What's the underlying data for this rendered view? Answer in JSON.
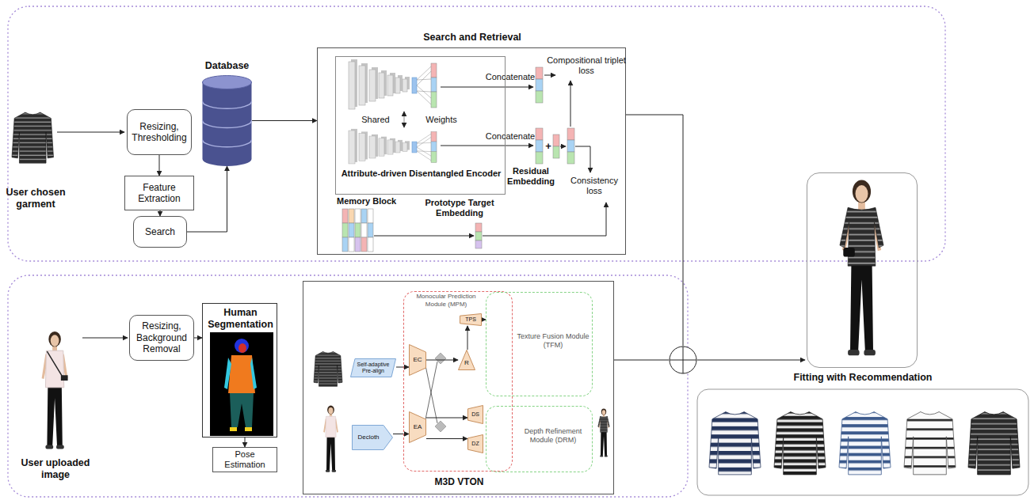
{
  "diagram": {
    "nodes": [
      {
        "text": [
          "Resizing, Thresholding"
        ]
      },
      {
        "text": [
          "Feature Extraction"
        ]
      },
      {
        "text": [
          "Search"
        ]
      },
      {
        "text": [
          "Database"
        ]
      },
      {
        "text": [
          "Search and Retrieval"
        ]
      },
      {
        "text": [
          "Shared",
          "Weights",
          "Attribute-driven Disentangled Encoder"
        ],
        "in": 4
      },
      {
        "text": [
          "Resizing, Background Removal"
        ]
      },
      {
        "text": [
          "Human Segmentation"
        ]
      },
      {
        "text": [
          "Pose Estimation"
        ]
      },
      {
        "text": [
          "M3D VTON"
        ]
      },
      {
        "text": [
          "Self-adaptive Pre-align"
        ],
        "in": 9
      },
      {
        "text": [
          "Decloth"
        ],
        "in": 9
      },
      {
        "text": [
          "Monocular Prediction Module (MPM)"
        ],
        "in": 9
      },
      {
        "text": [
          "EC"
        ],
        "in": 12
      },
      {
        "text": [
          "EA"
        ],
        "in": 12
      },
      {
        "text": [
          "TPS"
        ],
        "in": 12
      },
      {
        "text": [
          "R"
        ],
        "in": 12
      },
      {
        "text": [
          "DS"
        ],
        "in": 12
      },
      {
        "text": [
          "DZ"
        ],
        "in": 12
      },
      {
        "text": [
          "Texture Fusion Module (TFM)"
        ],
        "in": 9
      },
      {
        "text": [
          "Depth Refinement Module (DRM)"
        ],
        "in": 9
      },
      {
        "text": [
          "Fitting with Recommendation"
        ]
      }
    ],
    "edges": [
      {
        "from": 0,
        "to": 1,
        "arrow": "to"
      },
      {
        "from": 1,
        "to": 2,
        "arrow": "to"
      },
      {
        "from": 2,
        "to": 3,
        "arrow": "to"
      },
      {
        "from": 3,
        "to": 4,
        "arrow": "to"
      },
      {
        "from": 6,
        "to": 7,
        "arrow": "to"
      },
      {
        "from": 7,
        "to": 8,
        "arrow": "to"
      },
      {
        "from": 10,
        "to": 13,
        "arrow": "to"
      },
      {
        "from": 11,
        "to": 14,
        "arrow": "to"
      },
      {
        "from": 13,
        "to": 16,
        "arrow": "to"
      },
      {
        "from": 14,
        "to": 17,
        "arrow": "to"
      },
      {
        "from": 14,
        "to": 18,
        "arrow": "to"
      },
      {
        "from": 16,
        "to": 15,
        "arrow": "to"
      },
      {
        "from": 15,
        "to": 19,
        "arrow": "to"
      }
    ],
    "labels": [
      "User chosen garment",
      "Concatenate",
      "Concatenate",
      "Compositional triplet loss",
      "+",
      "Residual Embedding",
      "Consistency loss",
      "Memory Block",
      "Prototype Target Embedding",
      "User uploaded image"
    ]
  }
}
